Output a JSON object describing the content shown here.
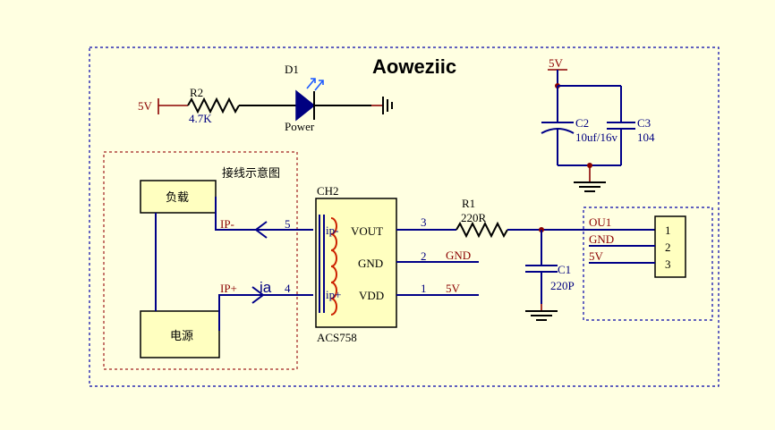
{
  "brand": "Aoweziic",
  "colors": {
    "background": "#ffffe1",
    "wire": "#000088",
    "power_wire": "#8b0000",
    "led_arrows": "#1e5bff",
    "coil": "#cc2200"
  },
  "led_circuit": {
    "supply": "5V",
    "resistor_ref": "R2",
    "resistor_value": "4.7K",
    "led_ref": "D1",
    "led_label": "Power"
  },
  "decoupling": {
    "supply": "5V",
    "c2_ref": "C2",
    "c2_value": "10uf/16v",
    "c3_ref": "C3",
    "c3_value": "104"
  },
  "wiring_example": {
    "title": "接线示意图",
    "load_label": "负载",
    "source_label": "电源",
    "ip_minus": "IP-",
    "ip_plus": "IP+",
    "current_label": "ia"
  },
  "sensor": {
    "ref": "CH2",
    "part": "ACS758",
    "pin_vout": "VOUT",
    "pin_gnd": "GND",
    "pin_vdd": "VDD",
    "pin5": "5",
    "pin4": "4",
    "pin3": "3",
    "pin2": "2",
    "pin1": "1",
    "ip_minus_inner": "ip-",
    "ip_plus_inner": "ip+",
    "gnd_net": "GND",
    "vdd_net": "5V"
  },
  "filter": {
    "r1_ref": "R1",
    "r1_value": "220R",
    "c1_ref": "C1",
    "c1_value": "220P"
  },
  "connector": {
    "net_out": "OU1",
    "net_gnd": "GND",
    "net_5v": "5V",
    "pin1": "1",
    "pin2": "2",
    "pin3": "3"
  }
}
